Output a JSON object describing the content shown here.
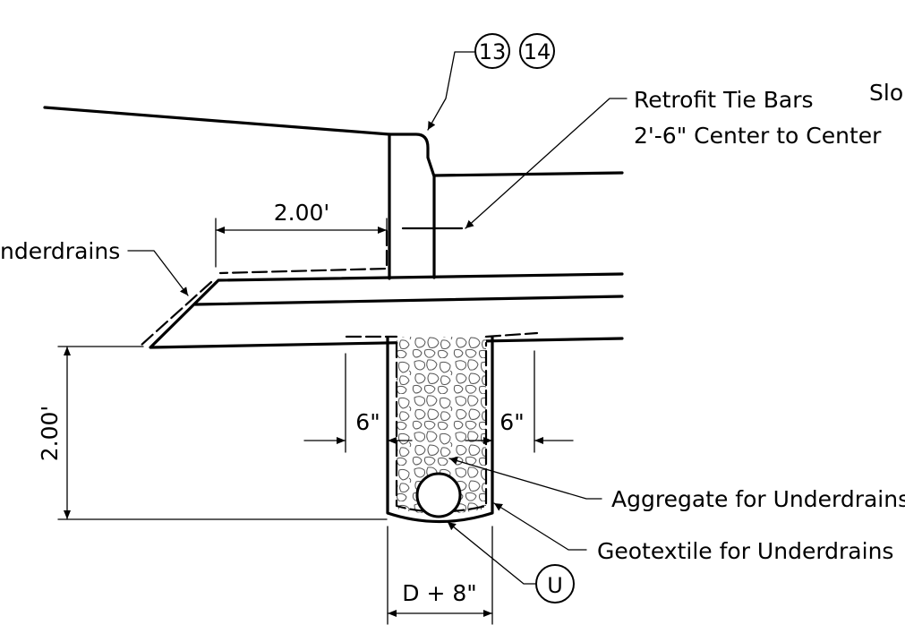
{
  "callouts": {
    "note_13": "13",
    "note_14": "14",
    "note_u": "U"
  },
  "labels": {
    "tie_bars_line1": "Retrofit Tie Bars",
    "tie_bars_line2": "2'-6\" Center to Center",
    "slope": "Slop",
    "underdrains": "nderdrains",
    "aggregate": "Aggregate for Underdrains",
    "geotextile": "Geotextile for Underdrains"
  },
  "dimensions": {
    "offset_width": "2.00'",
    "depth": "2.00'",
    "left_clearance": "6\"",
    "right_clearance": "6\"",
    "trench_width": "D + 8\""
  }
}
